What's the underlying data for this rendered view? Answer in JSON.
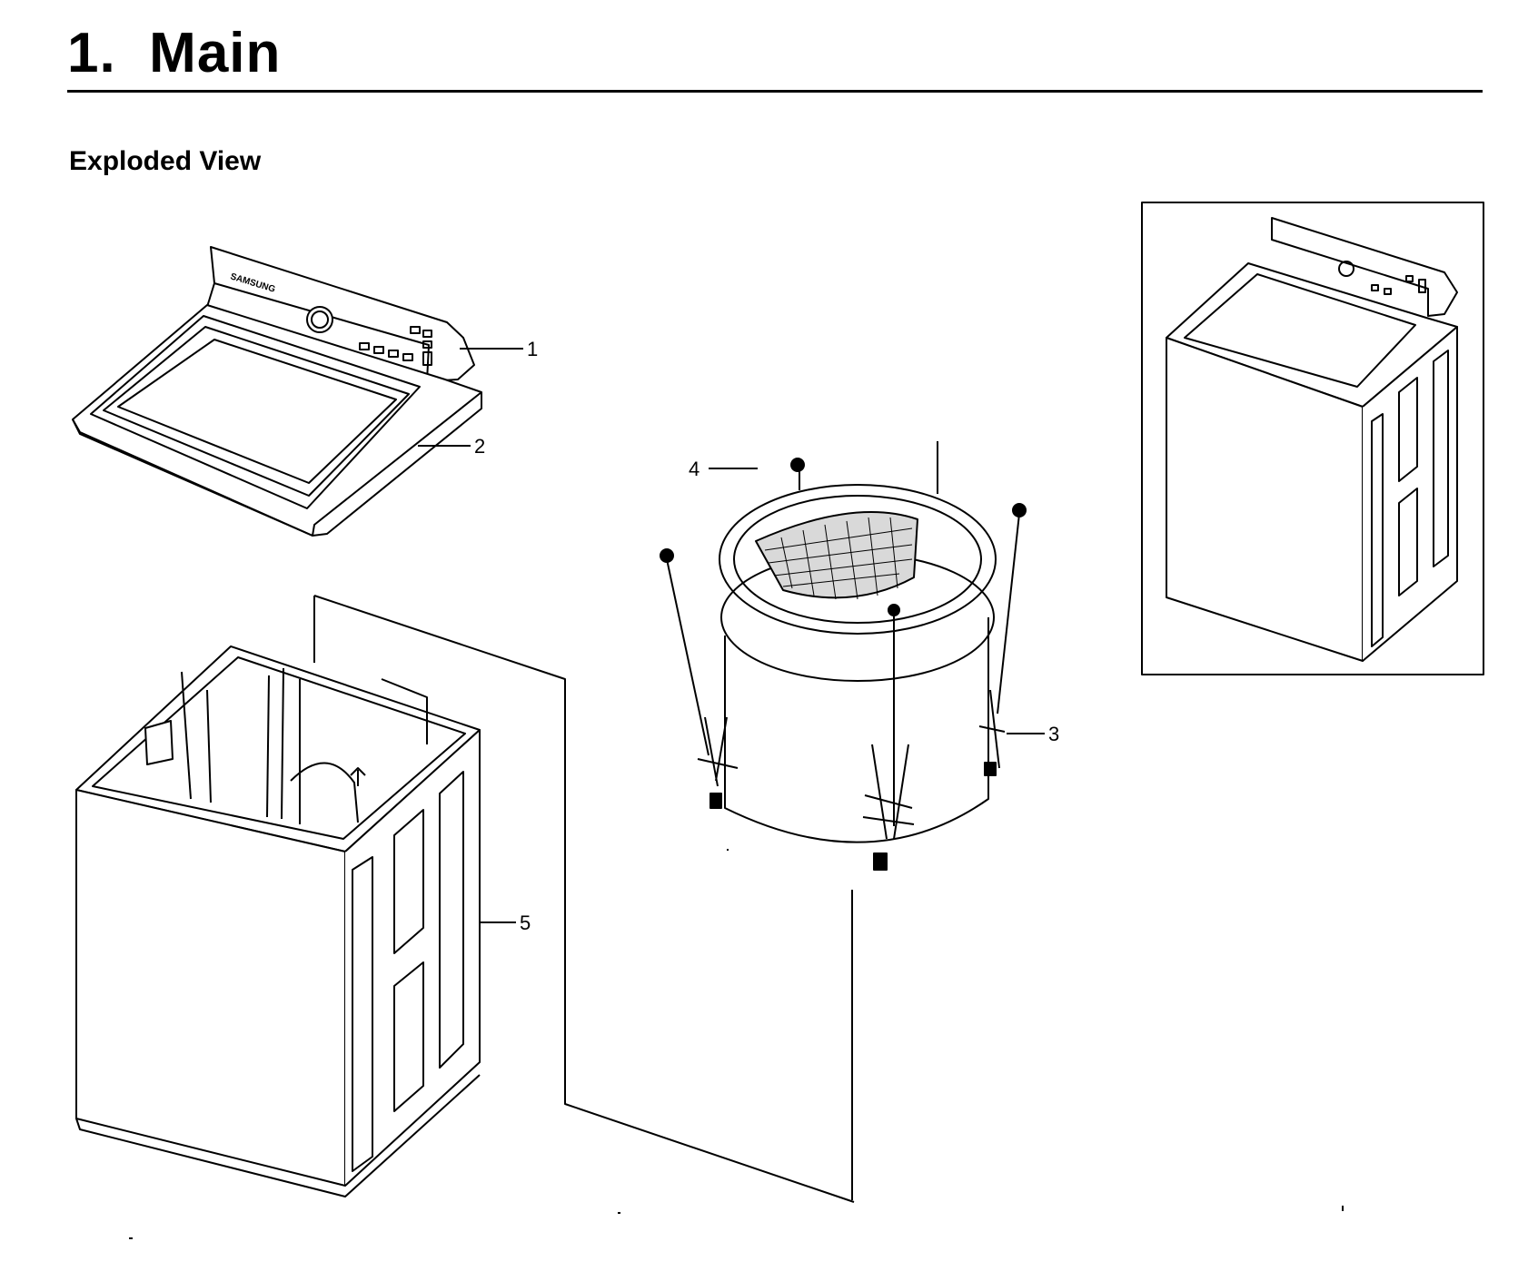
{
  "section": {
    "number": "1.",
    "title": "Main",
    "subtitle": "Exploded View"
  },
  "callouts": {
    "part_1": "1",
    "part_2": "2",
    "part_3": "3",
    "part_4": "4",
    "part_5": "5"
  },
  "brand_mark": "SAMSUNG",
  "colors": {
    "ink": "#000000",
    "paper": "#ffffff",
    "shade": "#d9d9d9"
  }
}
